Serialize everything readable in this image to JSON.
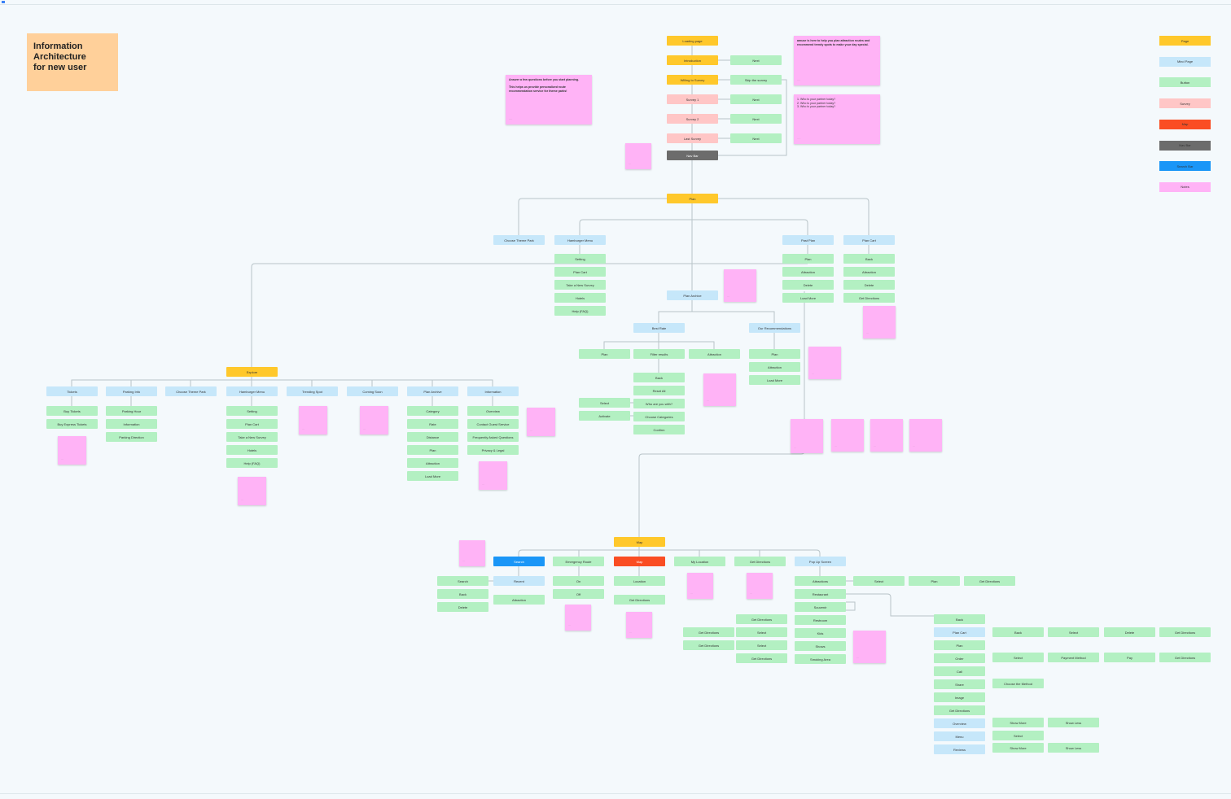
{
  "title": "Information\nArchitecture\nfor new user",
  "legend": [
    {
      "label": "Page",
      "kind": "page"
    },
    {
      "label": "Mind Page",
      "kind": "main"
    },
    {
      "label": "Button",
      "kind": "btn"
    },
    {
      "label": "Survey",
      "kind": "survey"
    },
    {
      "label": "Map",
      "kind": "map"
    },
    {
      "label": "Nav Bar",
      "kind": "navbar"
    },
    {
      "label": "Search Bar",
      "kind": "searchbar"
    },
    {
      "label": "Notes",
      "kind": "note"
    }
  ],
  "onboarding": {
    "loading": "Loading page",
    "introduction": "Introduction",
    "willing": "Willing to Survey",
    "survey1": "Survey 1",
    "survey2": "Survey 2",
    "last_survey": "Last Survey",
    "navbar": "Nav Bar",
    "next": "Next",
    "skip": "Skip the survey"
  },
  "plan": {
    "root": "Plan",
    "choose_park": "Choose Theme Park",
    "hamburger": "Hamburger Menu",
    "hamburger_items": [
      "Setting",
      "Plan Cart",
      "Take a New Survey",
      "Hotels",
      "Help (FAQ)"
    ],
    "past_plan": "Past Plan",
    "past_plan_items": [
      "Plan",
      "Attraction",
      "Delete",
      "Load More"
    ],
    "plan_cart": "Plan Cart",
    "plan_cart_items": [
      "Back",
      "Attraction",
      "Delete",
      "Get Directions"
    ],
    "plan_archive": "Plan Archive",
    "best_rate": "Best Rate",
    "best_rate_items": [
      "Plan",
      "Filter results",
      "Attraction"
    ],
    "filter_items": [
      "Back",
      "Reset All",
      "Who are you with?",
      "Choose Categories",
      "Confirm"
    ],
    "select": "Select",
    "activate": "Activate",
    "our_reco": "Our Recommendations",
    "reco_items": [
      "Plan",
      "Attraction",
      "Load More"
    ]
  },
  "explore": {
    "root": "Explore",
    "tickets": "Tickets",
    "tickets_items": [
      "Buy Tickets",
      "Buy Express Tickets"
    ],
    "parking": "Parking Info",
    "parking_items": [
      "Parking Hour",
      "Information",
      "Parking Direction"
    ],
    "choose_park": "Choose Theme Park",
    "hamburger": "Hamburger Menu",
    "hamburger_items": [
      "Setting",
      "Plan Cart",
      "Take a New Survey",
      "Hotels",
      "Help (FAQ)"
    ],
    "trending": "Trending Spot",
    "coming": "Coming Soon",
    "plan_archive": "Plan Archive",
    "plan_archive_items": [
      "Category",
      "Rate",
      "Distance",
      "Plan",
      "Attraction",
      "Load More"
    ],
    "information": "Information",
    "information_items": [
      "Overview",
      "Contact Guest Service",
      "Frequently Asked Questions",
      "Privacy & Legal"
    ]
  },
  "map": {
    "root": "Map",
    "search": "Search",
    "search_items": [
      "Search",
      "Back",
      "Delete"
    ],
    "recent": "Recent",
    "recent_attraction": "Attraction",
    "emergency": "Emergency Route",
    "emergency_items": [
      "On",
      "Off"
    ],
    "map": "Map",
    "map_items": [
      "Location",
      "Get Directions"
    ],
    "my_location": "My Location",
    "get_directions": "Get Directions",
    "popup": "Pop Up Screen",
    "popup_items": [
      "Attractions",
      "Restaurant",
      "Souvenir",
      "Restroom",
      "Kids",
      "Shows",
      "Smoking Area"
    ],
    "attraction_row": [
      "Select",
      "Plan",
      "Get Directions"
    ],
    "left_col1": [
      "Get Directions",
      "Get Directions"
    ],
    "left_col2": [
      "Get Directions",
      "Select",
      "Select",
      "Get Directions"
    ],
    "restaurant_items": [
      "Back",
      "Plan Cart",
      "Plan",
      "Order",
      "Call",
      "Share",
      "Image",
      "Get Directions",
      "Overview",
      "Menu",
      "Reviews"
    ],
    "plan_cart_row": [
      "Back",
      "Select",
      "Delete",
      "Get Directions"
    ],
    "order_row": [
      "Select",
      "Payment Method",
      "Pay",
      "Get Directions"
    ],
    "share_row": [
      "Choose the Method"
    ],
    "overview_row": [
      "Show More",
      "Show Less"
    ],
    "menu_row": [
      "Select"
    ],
    "reviews_row": [
      "Show More",
      "Show Less"
    ]
  },
  "notes": {
    "intro": "Answer a few questions before you start planning.\n\nThis helps us provide personalized route recommendation service for theme parks!",
    "app": "amuse is here to help you plan attraction routes and recommend trendy spots to make your day special.",
    "survey": "1.  Who is your partner today?\n2.  Who is your partner today?\n3.  Who is your partner today?"
  }
}
